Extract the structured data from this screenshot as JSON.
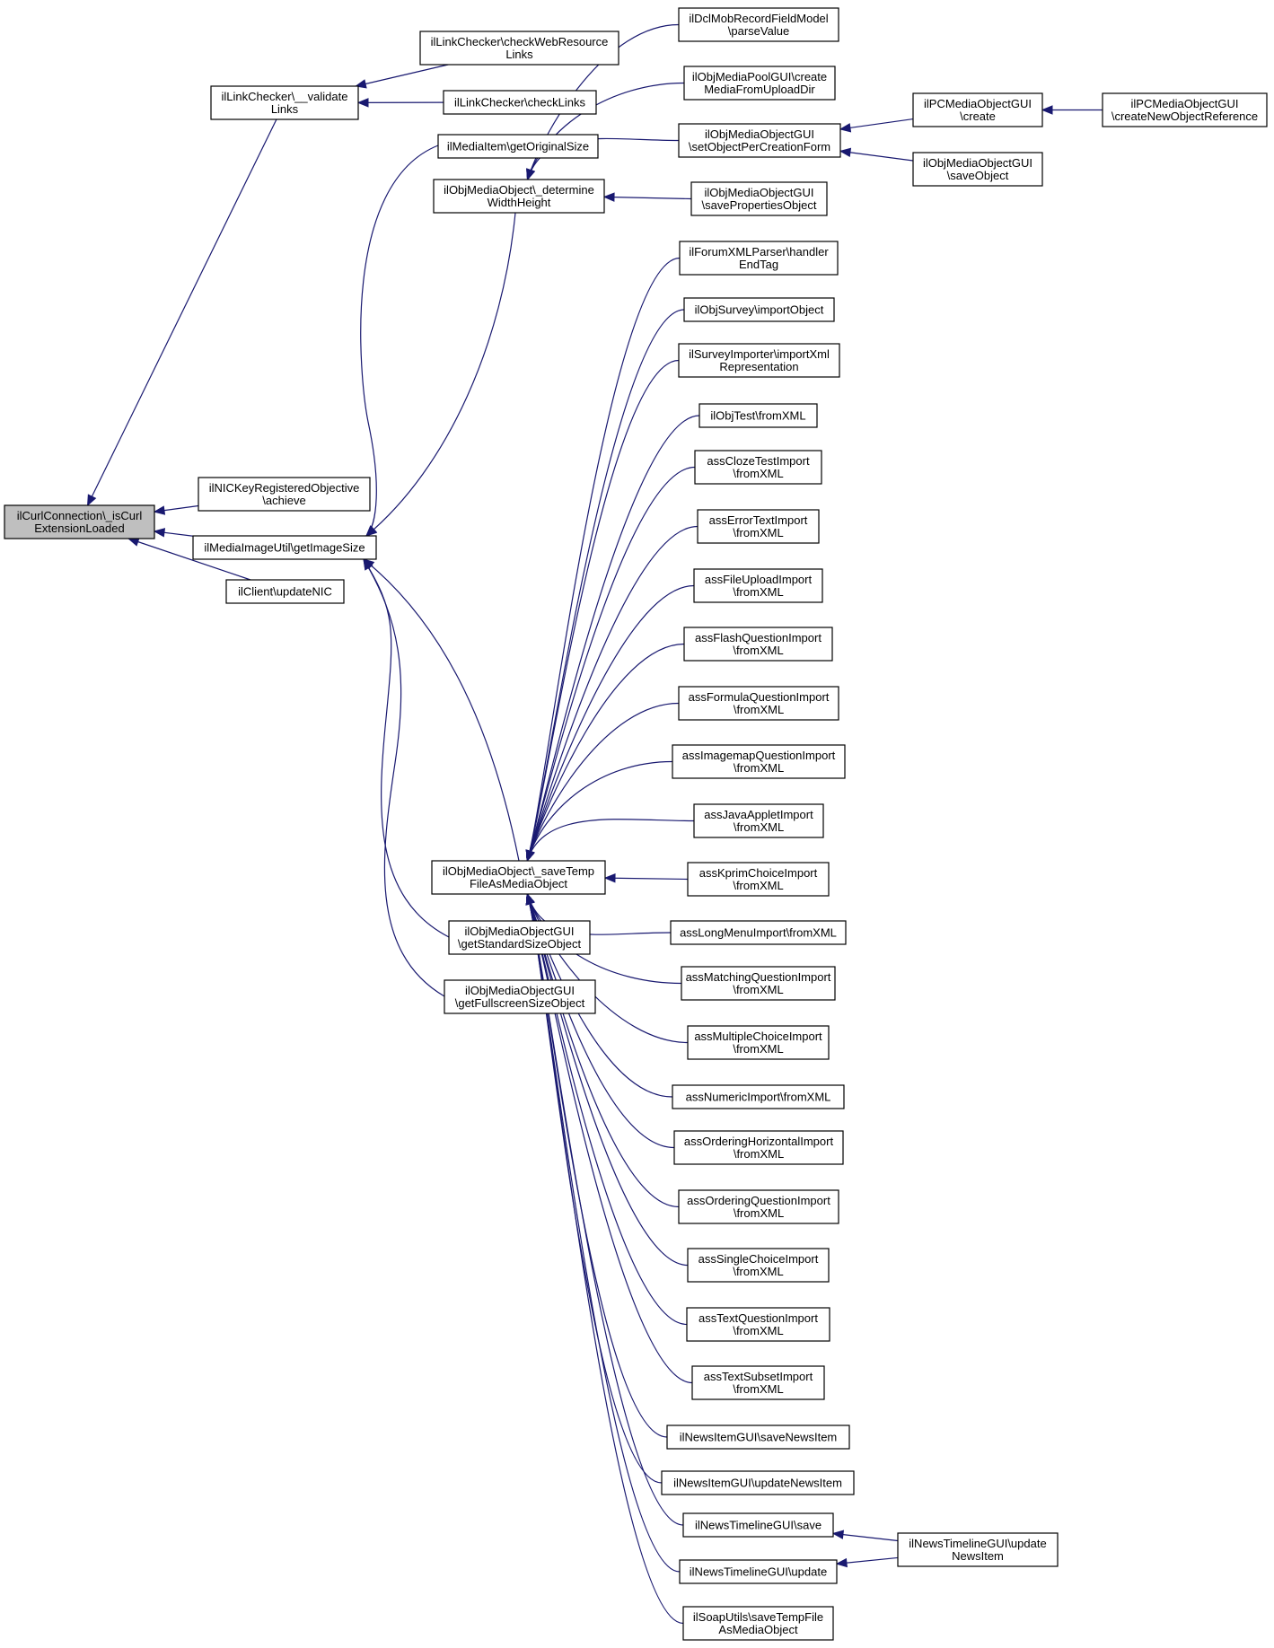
{
  "graph": {
    "colors": {
      "edge": "#191970",
      "root_fill": "#bfbfbf",
      "node_fill": "#ffffff",
      "border": "#000000"
    },
    "nodes": [
      {
        "id": "root",
        "lines": [
          "ilCurlConnection\\_isCurl",
          "ExtensionLoaded"
        ],
        "root": true
      },
      {
        "id": "lc_validate",
        "lines": [
          "ilLinkChecker\\__validate",
          "Links"
        ]
      },
      {
        "id": "lc_checkweb",
        "lines": [
          "ilLinkChecker\\checkWebResource",
          "Links"
        ]
      },
      {
        "id": "lc_checklinks",
        "lines": [
          "ilLinkChecker\\checkLinks"
        ]
      },
      {
        "id": "nic_achieve",
        "lines": [
          "ilNICKeyRegisteredObjective",
          "\\achieve"
        ]
      },
      {
        "id": "mi_util",
        "lines": [
          "ilMediaImageUtil\\getImageSize"
        ]
      },
      {
        "id": "client_update",
        "lines": [
          "ilClient\\updateNIC"
        ]
      },
      {
        "id": "mi_orig",
        "lines": [
          "ilMediaItem\\getOriginalSize"
        ]
      },
      {
        "id": "mo_determine",
        "lines": [
          "ilObjMediaObject\\_determine",
          "WidthHeight"
        ]
      },
      {
        "id": "mo_savetemp",
        "lines": [
          "ilObjMediaObject\\_saveTemp",
          "FileAsMediaObject"
        ]
      },
      {
        "id": "mogui_std",
        "lines": [
          "ilObjMediaObjectGUI",
          "\\getStandardSizeObject"
        ]
      },
      {
        "id": "mogui_full",
        "lines": [
          "ilObjMediaObjectGUI",
          "\\getFullscreenSizeObject"
        ]
      },
      {
        "id": "dcl_parse",
        "lines": [
          "ilDclMobRecordFieldModel",
          "\\parseValue"
        ]
      },
      {
        "id": "pool_create",
        "lines": [
          "ilObjMediaPoolGUI\\create",
          "MediaFromUploadDir"
        ]
      },
      {
        "id": "mogui_setper",
        "lines": [
          "ilObjMediaObjectGUI",
          "\\setObjectPerCreationForm"
        ]
      },
      {
        "id": "mogui_saveprops",
        "lines": [
          "ilObjMediaObjectGUI",
          "\\savePropertiesObject"
        ]
      },
      {
        "id": "pc_create",
        "lines": [
          "ilPCMediaObjectGUI",
          "\\create"
        ]
      },
      {
        "id": "pc_createref",
        "lines": [
          "ilPCMediaObjectGUI",
          "\\createNewObjectReference"
        ]
      },
      {
        "id": "mogui_saveobj",
        "lines": [
          "ilObjMediaObjectGUI",
          "\\saveObject"
        ]
      },
      {
        "id": "t1",
        "lines": [
          "ilForumXMLParser\\handler",
          "EndTag"
        ]
      },
      {
        "id": "t2",
        "lines": [
          "ilObjSurvey\\importObject"
        ]
      },
      {
        "id": "t3",
        "lines": [
          "ilSurveyImporter\\importXml",
          "Representation"
        ]
      },
      {
        "id": "t4",
        "lines": [
          "ilObjTest\\fromXML"
        ]
      },
      {
        "id": "t5",
        "lines": [
          "assClozeTestImport",
          "\\fromXML"
        ]
      },
      {
        "id": "t6",
        "lines": [
          "assErrorTextImport",
          "\\fromXML"
        ]
      },
      {
        "id": "t7",
        "lines": [
          "assFileUploadImport",
          "\\fromXML"
        ]
      },
      {
        "id": "t8",
        "lines": [
          "assFlashQuestionImport",
          "\\fromXML"
        ]
      },
      {
        "id": "t9",
        "lines": [
          "assFormulaQuestionImport",
          "\\fromXML"
        ]
      },
      {
        "id": "t10",
        "lines": [
          "assImagemapQuestionImport",
          "\\fromXML"
        ]
      },
      {
        "id": "t11",
        "lines": [
          "assJavaAppletImport",
          "\\fromXML"
        ]
      },
      {
        "id": "t12",
        "lines": [
          "assKprimChoiceImport",
          "\\fromXML"
        ]
      },
      {
        "id": "t13",
        "lines": [
          "assLongMenuImport\\fromXML"
        ]
      },
      {
        "id": "t14",
        "lines": [
          "assMatchingQuestionImport",
          "\\fromXML"
        ]
      },
      {
        "id": "t15",
        "lines": [
          "assMultipleChoiceImport",
          "\\fromXML"
        ]
      },
      {
        "id": "t16",
        "lines": [
          "assNumericImport\\fromXML"
        ]
      },
      {
        "id": "t17",
        "lines": [
          "assOrderingHorizontalImport",
          "\\fromXML"
        ]
      },
      {
        "id": "t18",
        "lines": [
          "assOrderingQuestionImport",
          "\\fromXML"
        ]
      },
      {
        "id": "t19",
        "lines": [
          "assSingleChoiceImport",
          "\\fromXML"
        ]
      },
      {
        "id": "t20",
        "lines": [
          "assTextQuestionImport",
          "\\fromXML"
        ]
      },
      {
        "id": "t21",
        "lines": [
          "assTextSubsetImport",
          "\\fromXML"
        ]
      },
      {
        "id": "t22",
        "lines": [
          "ilNewsItemGUI\\saveNewsItem"
        ]
      },
      {
        "id": "t23",
        "lines": [
          "ilNewsItemGUI\\updateNewsItem"
        ]
      },
      {
        "id": "t24",
        "lines": [
          "ilNewsTimelineGUI\\save"
        ]
      },
      {
        "id": "t25",
        "lines": [
          "ilNewsTimelineGUI\\update"
        ]
      },
      {
        "id": "t26",
        "lines": [
          "ilSoapUtils\\saveTempFile",
          "AsMediaObject"
        ]
      },
      {
        "id": "news_update",
        "lines": [
          "ilNewsTimelineGUI\\update",
          "NewsItem"
        ]
      }
    ],
    "edges": [
      {
        "from": "lc_validate",
        "to": "root"
      },
      {
        "from": "nic_achieve",
        "to": "root"
      },
      {
        "from": "mi_util",
        "to": "root"
      },
      {
        "from": "client_update",
        "to": "root"
      },
      {
        "from": "lc_checkweb",
        "to": "lc_validate"
      },
      {
        "from": "lc_checklinks",
        "to": "lc_validate"
      },
      {
        "from": "mi_orig",
        "to": "mi_util"
      },
      {
        "from": "mo_determine",
        "to": "mi_util"
      },
      {
        "from": "mo_savetemp",
        "to": "mi_util"
      },
      {
        "from": "mogui_std",
        "to": "mi_util"
      },
      {
        "from": "mogui_full",
        "to": "mi_util"
      },
      {
        "from": "dcl_parse",
        "to": "mo_determine"
      },
      {
        "from": "pool_create",
        "to": "mo_determine"
      },
      {
        "from": "mogui_setper",
        "to": "mo_determine"
      },
      {
        "from": "mogui_saveprops",
        "to": "mo_determine"
      },
      {
        "from": "pc_create",
        "to": "mogui_setper"
      },
      {
        "from": "mogui_saveobj",
        "to": "mogui_setper"
      },
      {
        "from": "pc_createref",
        "to": "pc_create"
      },
      {
        "from": "t1",
        "to": "mo_savetemp"
      },
      {
        "from": "t2",
        "to": "mo_savetemp"
      },
      {
        "from": "t3",
        "to": "mo_savetemp"
      },
      {
        "from": "t4",
        "to": "mo_savetemp"
      },
      {
        "from": "t5",
        "to": "mo_savetemp"
      },
      {
        "from": "t6",
        "to": "mo_savetemp"
      },
      {
        "from": "t7",
        "to": "mo_savetemp"
      },
      {
        "from": "t8",
        "to": "mo_savetemp"
      },
      {
        "from": "t9",
        "to": "mo_savetemp"
      },
      {
        "from": "t10",
        "to": "mo_savetemp"
      },
      {
        "from": "t11",
        "to": "mo_savetemp"
      },
      {
        "from": "t12",
        "to": "mo_savetemp"
      },
      {
        "from": "t13",
        "to": "mo_savetemp"
      },
      {
        "from": "t14",
        "to": "mo_savetemp"
      },
      {
        "from": "t15",
        "to": "mo_savetemp"
      },
      {
        "from": "t16",
        "to": "mo_savetemp"
      },
      {
        "from": "t17",
        "to": "mo_savetemp"
      },
      {
        "from": "t18",
        "to": "mo_savetemp"
      },
      {
        "from": "t19",
        "to": "mo_savetemp"
      },
      {
        "from": "t20",
        "to": "mo_savetemp"
      },
      {
        "from": "t21",
        "to": "mo_savetemp"
      },
      {
        "from": "t22",
        "to": "mo_savetemp"
      },
      {
        "from": "t23",
        "to": "mo_savetemp"
      },
      {
        "from": "t24",
        "to": "mo_savetemp"
      },
      {
        "from": "t25",
        "to": "mo_savetemp"
      },
      {
        "from": "t26",
        "to": "mo_savetemp"
      },
      {
        "from": "news_update",
        "to": "t24"
      },
      {
        "from": "news_update",
        "to": "t25"
      }
    ]
  }
}
